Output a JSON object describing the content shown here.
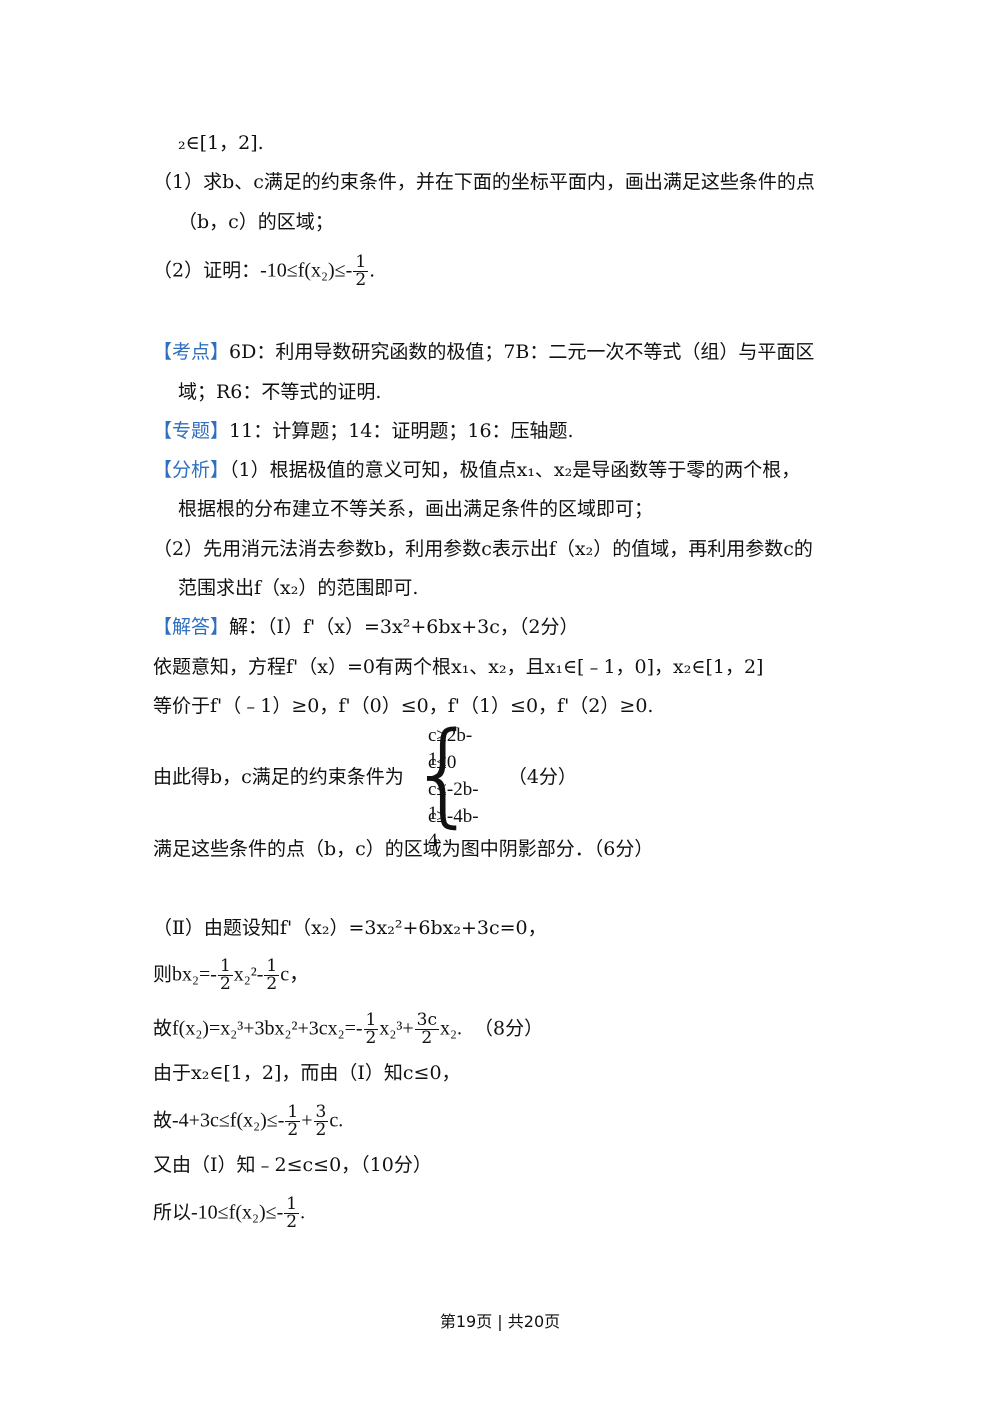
{
  "lines": {
    "l1": "₂∈[1，2].",
    "l2": "（1）求b、c满足的约束条件，并在下面的坐标平面内，画出满足这些条件的点",
    "l3": "（b，c）的区域；",
    "l4_prefix": "（2）证明：",
    "l4_math": "-10≤f(x₂)≤-",
    "kaodian_tag": "【考点】",
    "kaodian_1": "6D：利用导数研究函数的极值；7B：二元一次不等式（组）与平面区",
    "kaodian_2": "域；R6：不等式的证明.",
    "zhuanti_tag": "【专题】",
    "zhuanti": "11：计算题；14：证明题；16：压轴题.",
    "fenxi_tag": "【分析】",
    "fenxi_1": "（1）根据极值的意义可知，极值点x₁、x₂是导函数等于零的两个根，",
    "fenxi_2": "根据根的分布建立不等关系，画出满足条件的区域即可；",
    "fenxi_3": "（2）先用消元法消去参数b，利用参数c表示出f（x₂）的值域，再利用参数c的",
    "fenxi_4": "范围求出f（x₂）的范围即可.",
    "jieda_tag": "【解答】",
    "jieda_1": "解：（Ⅰ）f'（x）=3x²+6bx+3c，（2分）",
    "s1": "依题意知，方程f'（x）=0有两个根x₁、x₂，且x₁∈[﹣1，0]，x₂∈[1，2]",
    "s2": "等价于f'（﹣1）≥0，f'（0）≤0，f'（1）≤0，f'（2）≥0.",
    "s3_prefix": "由此得b，c满足的约束条件为",
    "s3_suffix": "（4分）",
    "cond": [
      "c≥2b-1",
      "c≤0",
      "c≤-2b-1",
      "c≥-4b-4"
    ],
    "s4": "满足这些条件的点（b，c）的区域为图中阴影部分．（6分）",
    "p2_1": "（Ⅱ）由题设知f'（x₂）=3x₂²+6bx₂+3c=0，",
    "p2_2_prefix": "则",
    "p2_2_math": "bx₂=-",
    "p2_2_mid": "x₂²-",
    "p2_2_end": "c，",
    "p2_3_prefix": "故",
    "p2_3_math": "f(x₂)=x₂³+3bx₂²+3cx₂=-",
    "p2_3_mid": "x₂³+",
    "p2_3_end": "x₂.",
    "p2_3_suffix": "（8分）",
    "p2_4": "由于x₂∈[1，2]，而由（Ⅰ）知c≤0，",
    "p2_5_prefix": "故",
    "p2_5_math": "-4+3c≤f(x₂)≤-",
    "p2_5_mid": "+",
    "p2_5_end": "c.",
    "p2_6": "又由（Ⅰ）知﹣2≤c≤0，（10分）",
    "p2_7_prefix": "所以",
    "p2_7_math": "-10≤f(x₂)≤-",
    "p2_7_end": "."
  },
  "fractions": {
    "one": "1",
    "two": "2",
    "three_c": "3c",
    "three": "3"
  },
  "footer": "第19页 | 共20页",
  "colors": {
    "tag": "#2e6fbf"
  }
}
